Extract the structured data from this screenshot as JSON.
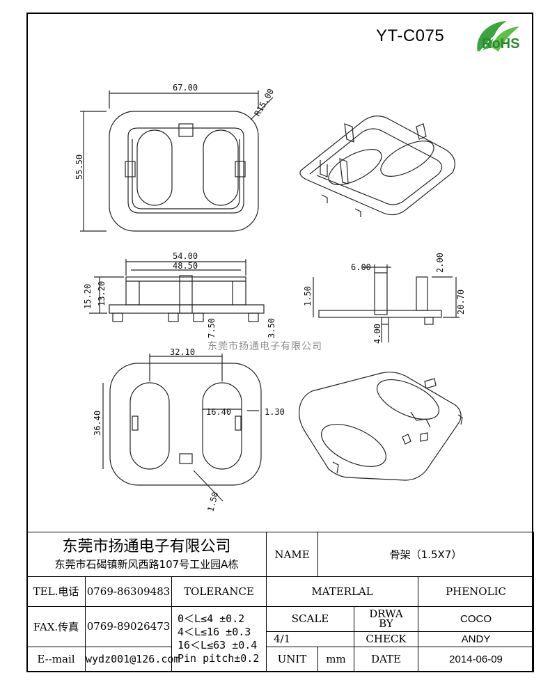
{
  "drawing": {
    "part_code": "YT-C075",
    "rohs_label": "RoHS",
    "watermark": "东莞市扬通电子有限公司",
    "dimensions": {
      "top_width": "67.00",
      "top_radius": "R15.00",
      "top_height": "55.50",
      "front_width_outer": "54.00",
      "front_width_inner": "48.50",
      "front_h1": "15.20",
      "front_h2": "13.20",
      "front_pin_pitch": "7.50",
      "front_pin_len": "3.50",
      "side_w": "6.00",
      "side_t": "1.50",
      "side_top": "2.00",
      "side_h": "20.70",
      "side_pin": "4.00",
      "bottom_w": "32.10",
      "bottom_h": "36.40",
      "bottom_slot": "16.40",
      "bottom_gap": "1.30",
      "bottom_wall": "1.50"
    }
  },
  "title_block": {
    "company": "东莞市扬通电子有限公司",
    "address": "东莞市石碣镇新风西路107号工业园A栋",
    "name_label": "NAME",
    "part_name": "骨架（1.5X7）",
    "tel_label": "TEL.电话",
    "tel": "0769-86309483",
    "tolerance_label": "TOLERANCE",
    "material_label": "MATERLAL",
    "material": "PHENOLIC",
    "fax_label": "FAX.传真",
    "fax": "0769-89026473",
    "tol_rows": [
      "0＜L≤4   ±0.2",
      "4＜L≤16  ±0.3",
      "16＜L≤63 ±0.4",
      "Pin pitch±0.2"
    ],
    "scale_label": "SCALE",
    "scale": "4/1",
    "drawn_label": "DRWA\nBY",
    "drawn_by": "COCO",
    "check_label": "CHECK",
    "checked_by": "ANDY",
    "email_label": "E--mail",
    "email": "wydz001@126.com",
    "unit_label": "UNIT",
    "unit": "mm",
    "date_label": "DATE",
    "date": "2014-06-09"
  }
}
